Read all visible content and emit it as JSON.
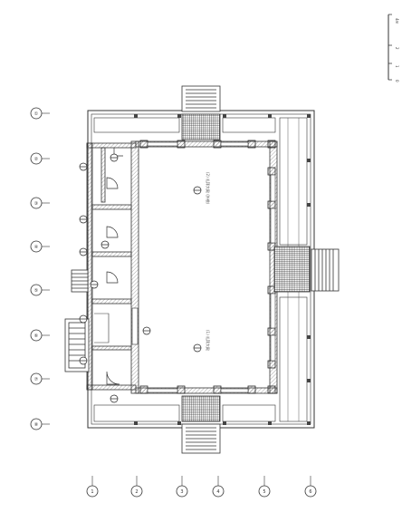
{
  "drawing": {
    "type": "architectural floor plan (rotated)",
    "line_color": "#333333",
    "hatch_color": "#555555"
  },
  "row_axes": [
    "①",
    "②",
    "③",
    "④",
    "⑤",
    "⑥",
    "⑦",
    "⑧"
  ],
  "column_axes": [
    "1",
    "2",
    "3",
    "4",
    "5",
    "6"
  ],
  "scale_bar": {
    "labels": [
      "0",
      "1",
      "2",
      "4m"
    ]
  },
  "room_labels": [
    {
      "name": "(2) 礼拜大殿 (外檐)"
    },
    {
      "name": "(1) 礼拜大殿"
    }
  ]
}
